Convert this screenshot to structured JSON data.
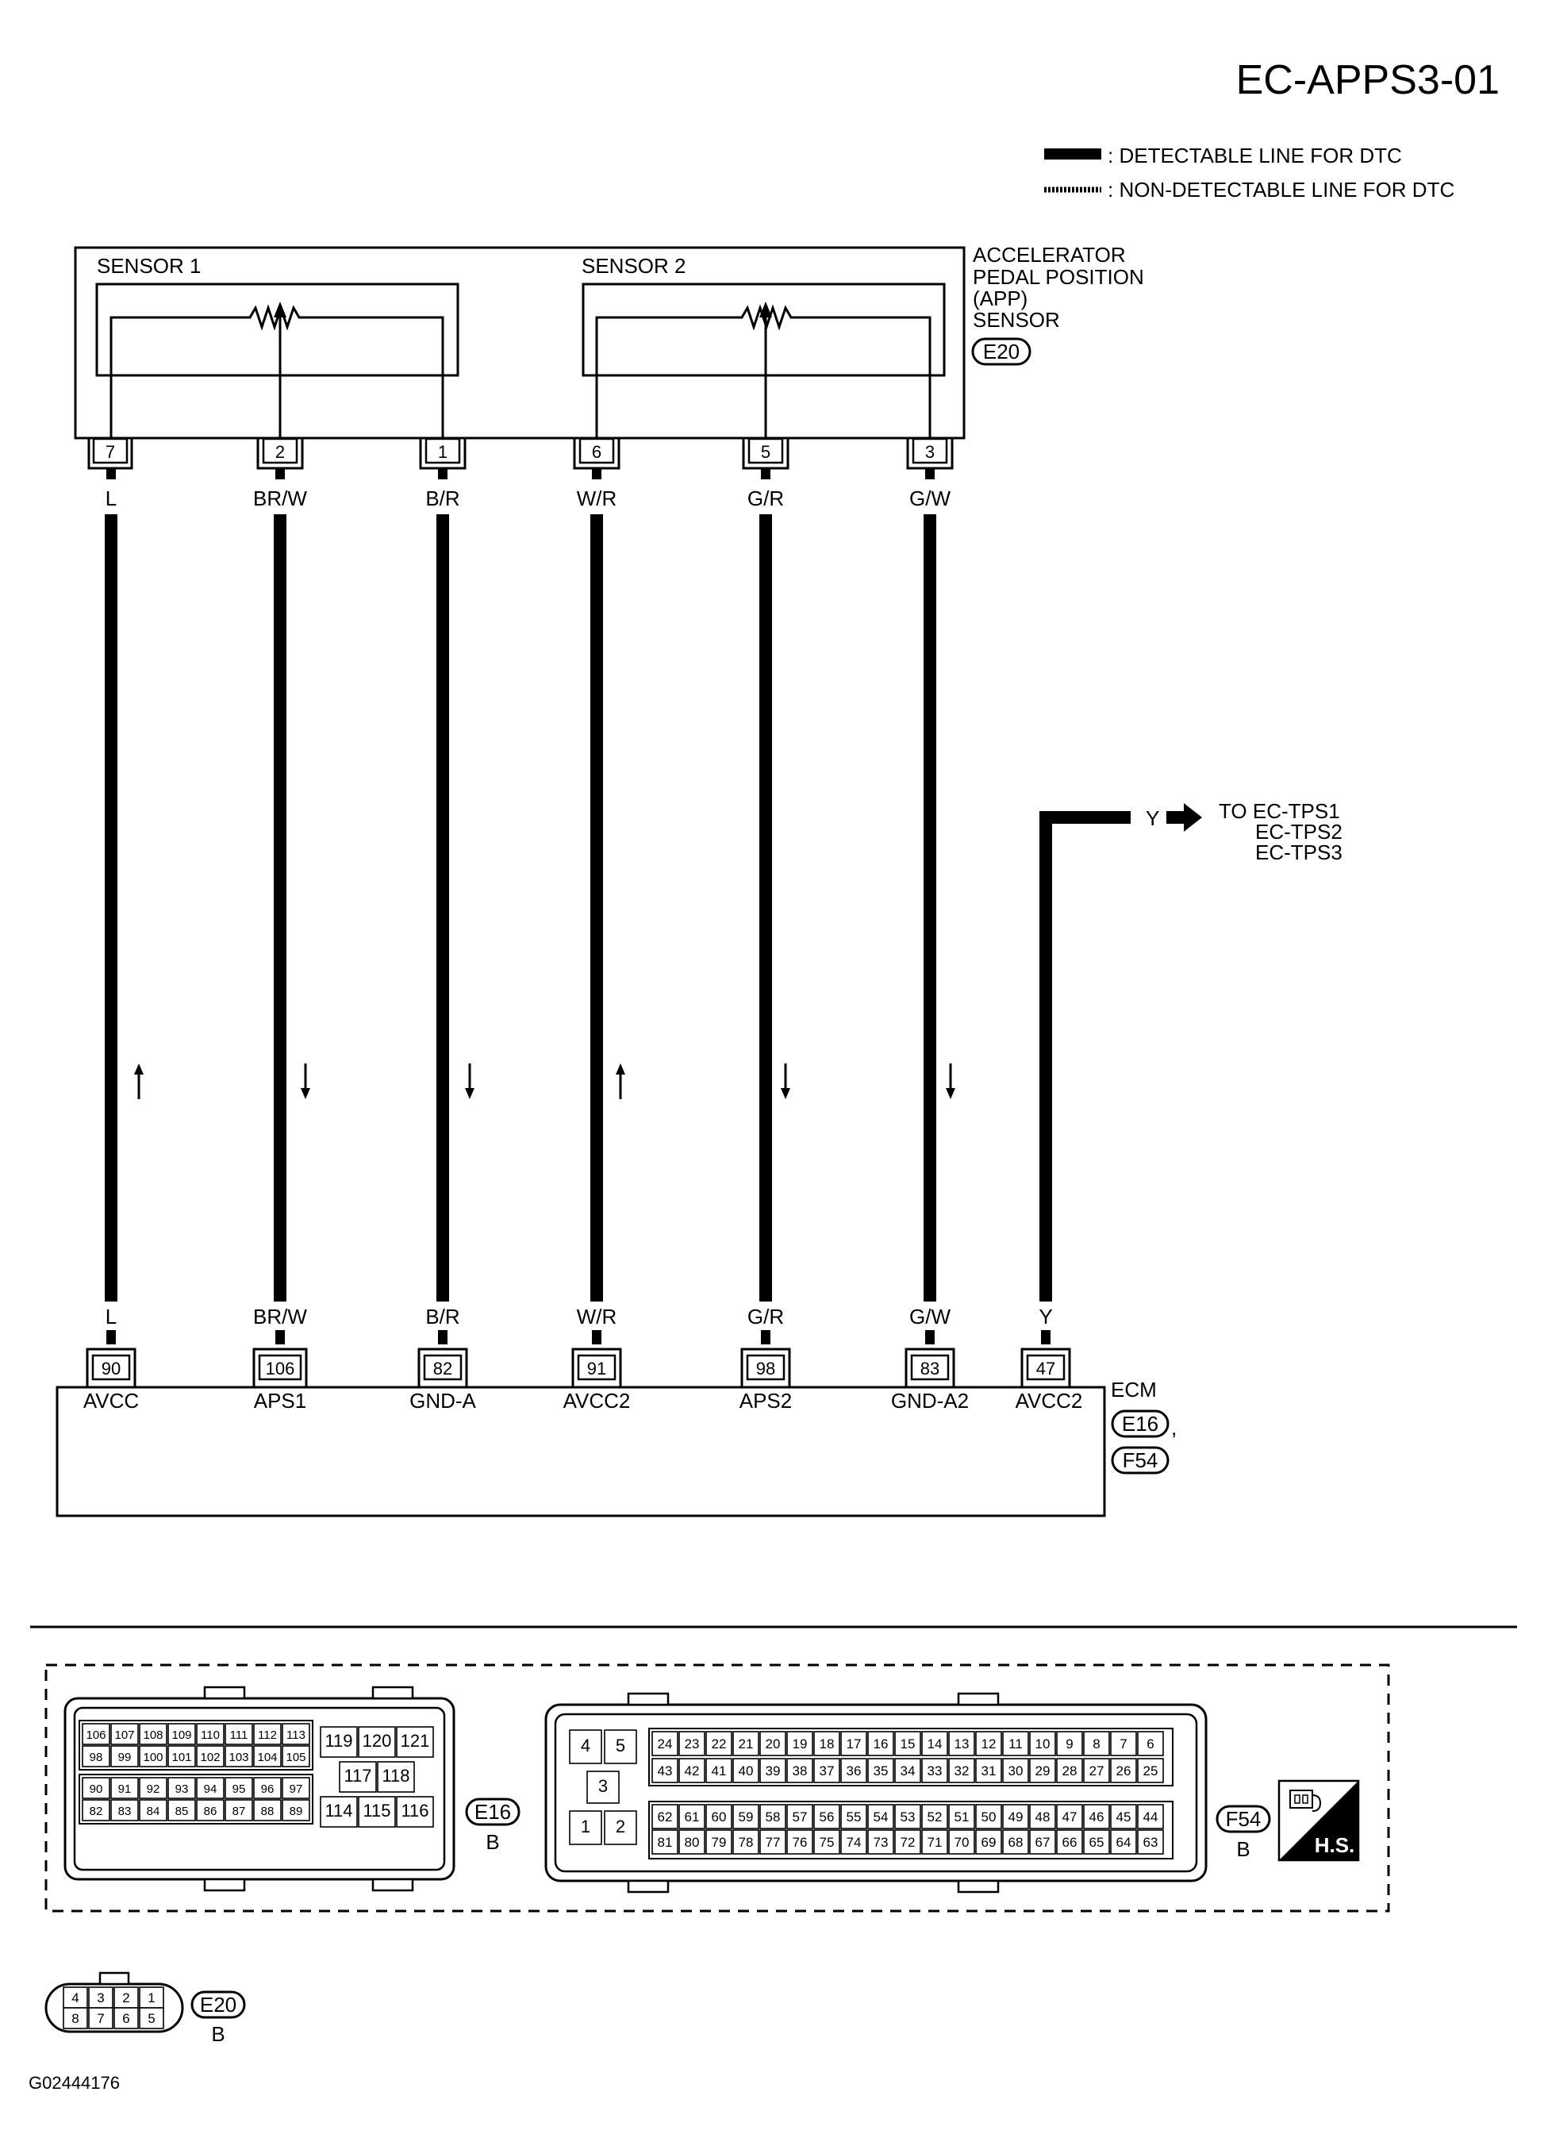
{
  "header": {
    "title": "EC-APPS3-01"
  },
  "legend": {
    "detectable": ": DETECTABLE LINE FOR DTC",
    "non_detectable": ": NON-DETECTABLE LINE FOR DTC"
  },
  "sensor": {
    "name_lines": [
      "ACCELERATOR",
      "PEDAL POSITION",
      "(APP)",
      "SENSOR"
    ],
    "connector": "E20",
    "sensor1": "SENSOR 1",
    "sensor2": "SENSOR 2"
  },
  "wires": [
    {
      "sensor_pin": "7",
      "color": "L",
      "ecm_pin": "90",
      "signal": "AVCC",
      "arrow": "up"
    },
    {
      "sensor_pin": "2",
      "color": "BR/W",
      "ecm_pin": "106",
      "signal": "APS1",
      "arrow": "down"
    },
    {
      "sensor_pin": "1",
      "color": "B/R",
      "ecm_pin": "82",
      "signal": "GND-A",
      "arrow": "down"
    },
    {
      "sensor_pin": "6",
      "color": "W/R",
      "ecm_pin": "91",
      "signal": "AVCC2",
      "arrow": "up"
    },
    {
      "sensor_pin": "5",
      "color": "G/R",
      "ecm_pin": "98",
      "signal": "APS2",
      "arrow": "down"
    },
    {
      "sensor_pin": "3",
      "color": "G/W",
      "ecm_pin": "83",
      "signal": "GND-A2",
      "arrow": "down"
    }
  ],
  "branch": {
    "color": "Y",
    "ecm_pin": "47",
    "signal": "AVCC2",
    "to_lines": [
      "TO EC-TPS1",
      "EC-TPS2",
      "EC-TPS3"
    ]
  },
  "ecm": {
    "label": "ECM",
    "connectors": [
      "E16",
      "F54"
    ],
    "separator": ","
  },
  "connector_views": {
    "e16": {
      "id": "E16",
      "color": "B",
      "row1": [
        "106",
        "107",
        "108",
        "109",
        "110",
        "111",
        "112",
        "113"
      ],
      "row2": [
        "98",
        "99",
        "100",
        "101",
        "102",
        "103",
        "104",
        "105"
      ],
      "row3": [
        "90",
        "91",
        "92",
        "93",
        "94",
        "95",
        "96",
        "97"
      ],
      "row4": [
        "82",
        "83",
        "84",
        "85",
        "86",
        "87",
        "88",
        "89"
      ],
      "mid_top": [
        "119",
        "120",
        "121"
      ],
      "mid_center": [
        "117",
        "118"
      ],
      "mid_bottom": [
        "114",
        "115",
        "116"
      ]
    },
    "f54": {
      "id": "F54",
      "color": "B",
      "left_top": [
        "4",
        "5"
      ],
      "left_mid": [
        "3"
      ],
      "left_bottom": [
        "1",
        "2"
      ],
      "row1": [
        "24",
        "23",
        "22",
        "21",
        "20",
        "19",
        "18",
        "17",
        "16",
        "15",
        "14",
        "13",
        "12",
        "11",
        "10",
        "9",
        "8",
        "7",
        "6"
      ],
      "row2": [
        "43",
        "42",
        "41",
        "40",
        "39",
        "38",
        "37",
        "36",
        "35",
        "34",
        "33",
        "32",
        "31",
        "30",
        "29",
        "28",
        "27",
        "26",
        "25"
      ],
      "row3": [
        "62",
        "61",
        "60",
        "59",
        "58",
        "57",
        "56",
        "55",
        "54",
        "53",
        "52",
        "51",
        "50",
        "49",
        "48",
        "47",
        "46",
        "45",
        "44"
      ],
      "row4": [
        "81",
        "80",
        "79",
        "78",
        "77",
        "76",
        "75",
        "74",
        "73",
        "72",
        "71",
        "70",
        "69",
        "68",
        "67",
        "66",
        "65",
        "64",
        "63"
      ]
    },
    "e20": {
      "id": "E20",
      "color": "B",
      "top": [
        "4",
        "3",
        "2",
        "1"
      ],
      "bottom": [
        "8",
        "7",
        "6",
        "5"
      ]
    },
    "hs_label": "H.S."
  },
  "figure_id": "G02444176"
}
